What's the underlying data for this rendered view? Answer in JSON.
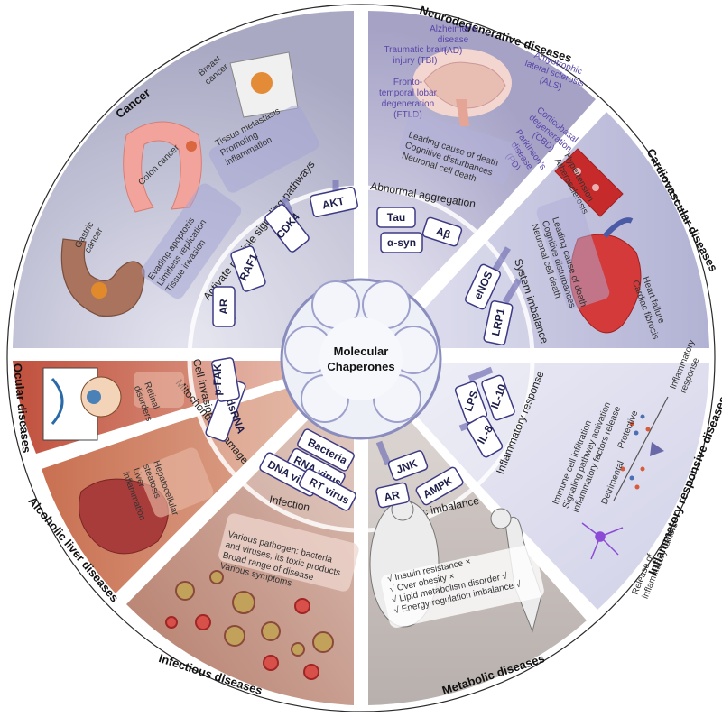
{
  "center": {
    "line1": "Molecular",
    "line2": "Chaperones"
  },
  "diseases": {
    "cancer": "Cancer",
    "neuro": "Neurodegenerative diseases",
    "cardio": "Cardiovascular diseases",
    "inflam": "Inflammatory responsive diseases",
    "metabolic": "Metabolic diseases",
    "infectious": "Infectious diseases",
    "alcoholic": "Alcoholic liver diseases",
    "ocular": "Ocular diseases"
  },
  "mechanisms": {
    "cancer": "Activate multiple signaling pathways",
    "neuro": "Abnormal aggregation",
    "cardio": "System imbalance",
    "inflam": "Inflammatory response",
    "metabolic": "Metabolic imbalance",
    "infectious": "Infection",
    "mito": "Mitochondrial damage",
    "ocular": "Cell invasion"
  },
  "boxes": {
    "ar": "AR",
    "raf1": "RAF1",
    "cdk4": "CDK4",
    "akt": "AKT",
    "tau": "Tau",
    "abeta": "Aβ",
    "asyn": "α-syn",
    "enos": "eNOS",
    "lrp1": "LRP1",
    "lps": "LPS",
    "il10": "IL-10",
    "il8": "IL-8",
    "jnk": "JNK",
    "ar2": "AR",
    "ampk": "AMPK",
    "bacteria": "Bacteria",
    "rnavirus": "RNA virus",
    "dnavirus": "DNA virus",
    "rtvirus": "RT virus",
    "mtdsrna": "mt-dsRNA",
    "pfak": "p-FAK"
  },
  "cancer": {
    "breast": [
      "Breast",
      "cancer"
    ],
    "colon": "Colon cancer",
    "gastric": [
      "Gastric",
      "cancer"
    ],
    "notes1": [
      "Tissue metastasis",
      "Promoting",
      "inflammation"
    ],
    "notes2": [
      "Evading apoptosis",
      "Limitless replication",
      "Tissue invasion"
    ]
  },
  "neuro": {
    "ad": [
      "Alzheimer’s",
      "disease",
      "(AD)"
    ],
    "tbi": [
      "Traumatic brain",
      "injury (TBI)"
    ],
    "ftld": [
      "Fronto-",
      "temporal lobar",
      "degeneration",
      "(FTLD)"
    ],
    "als": [
      "Amyotrophic",
      "lateral sclerosis",
      "(ALS)"
    ],
    "cbd": [
      "Corticobasal",
      "degeneration",
      "(CBD)"
    ],
    "pd": [
      "Parkinson’s",
      "disease",
      "(PD)"
    ],
    "notes": [
      "Leading cause of death",
      "Cognitive disturbances",
      "Neuronal cell death"
    ]
  },
  "cardio": {
    "vessel": [
      "Hypertension",
      "Atherosclerosis"
    ],
    "notes": [
      "Leading cause of death",
      "Cognitive disturbances",
      "Neuronal cell death"
    ],
    "heart": [
      "Heart failure",
      "Cardiac fibrosis"
    ]
  },
  "inflam": {
    "notes": [
      "Immune cell infiltration",
      "Signaling pathway activation",
      "Inflammatory factors release"
    ],
    "response": [
      "Inflammatory",
      "response"
    ],
    "protective": "Protective",
    "detrimental": "Detrimental",
    "release": [
      "Release of",
      "inflammatory factors"
    ]
  },
  "metabolic": {
    "notes": [
      "√ Insulin resistance ×",
      "√ Over obesity ×",
      "√ Lipid metabolism disorder √",
      "√ Energy regulation imbalance √"
    ]
  },
  "infectious": {
    "notes": [
      "Various pathogen: bacteria",
      "and viruses, its toxic products",
      "Broad range of disease",
      "Various symptoms"
    ]
  },
  "alcoholic": {
    "notes": [
      "Hepatocellular",
      "steatosis",
      "Liver",
      "inflammation"
    ]
  },
  "ocular": {
    "notes": [
      "Retinal",
      "disorders"
    ]
  },
  "colors": {
    "cancer": "#b9b9cf",
    "neuro": "#b6b4d0",
    "cardio": "#c1c1dc",
    "inflam": "#dfdfef",
    "metabolic": "#c9c0bd",
    "infectious": "#c89888",
    "alcoholic": "#cc8065",
    "ocular": "#c75f4a",
    "box_border": "#3d3a84"
  }
}
